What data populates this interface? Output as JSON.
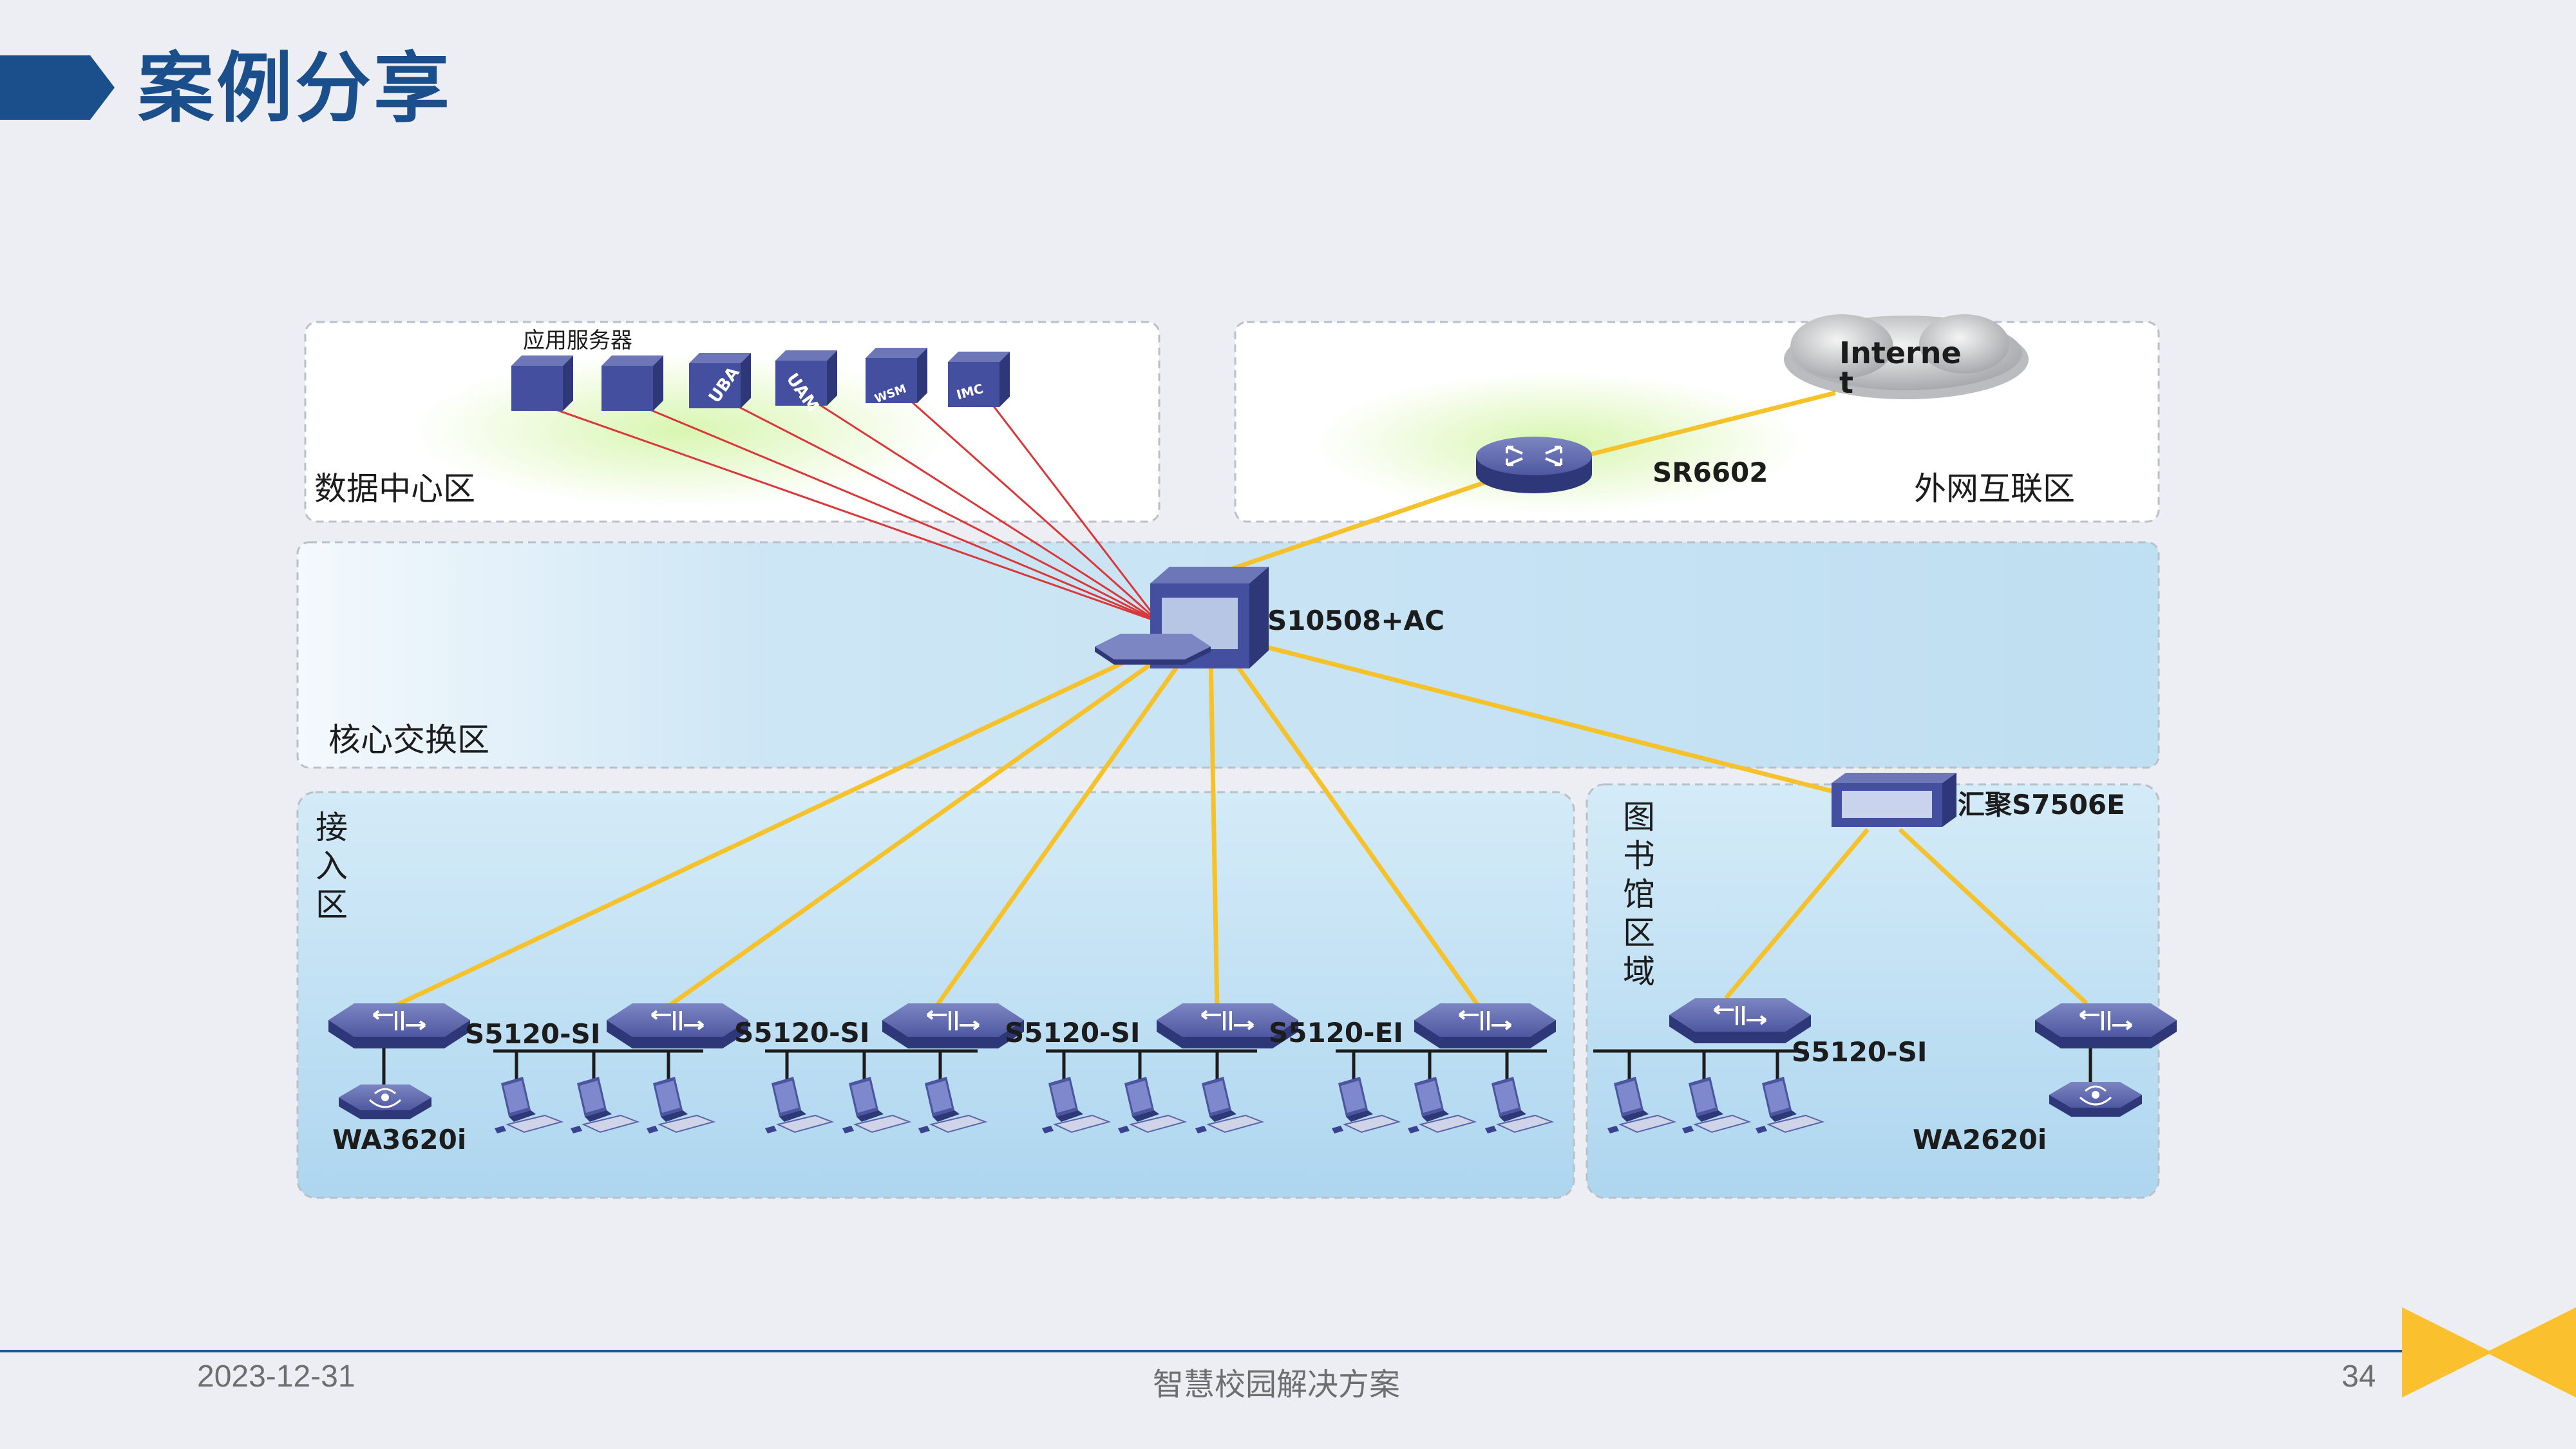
{
  "slide": {
    "title": "案例分享",
    "footer": {
      "date": "2023-12-31",
      "center": "智慧校园解决方案",
      "page": "34"
    },
    "colors": {
      "title": "#1a4f8b",
      "accent": "#1f5597",
      "corner": "#fbc02d",
      "link_core": "#f5c22b",
      "link_server": "#d9383a"
    }
  },
  "diagram": {
    "zones": {
      "datacenter": "数据中心区",
      "external": "外网互联区",
      "core": "核心交换区",
      "access": "接入区",
      "library": "图书馆区域"
    },
    "servers": {
      "label": "应用服务器",
      "tags": [
        "UBA",
        "UAM",
        "WSM",
        "IMC"
      ]
    },
    "cloud": {
      "line1": "Interne",
      "line2": "t"
    },
    "router": "SR6602",
    "core_switch": "S10508+AC",
    "aggregation": "汇聚S7506E",
    "access_switches": [
      "S5120-SI",
      "S5120-SI",
      "S5120-SI",
      "S5120-EI"
    ],
    "library_switch": "S5120-SI",
    "ap_left": "WA3620i",
    "ap_right": "WA2620i"
  }
}
